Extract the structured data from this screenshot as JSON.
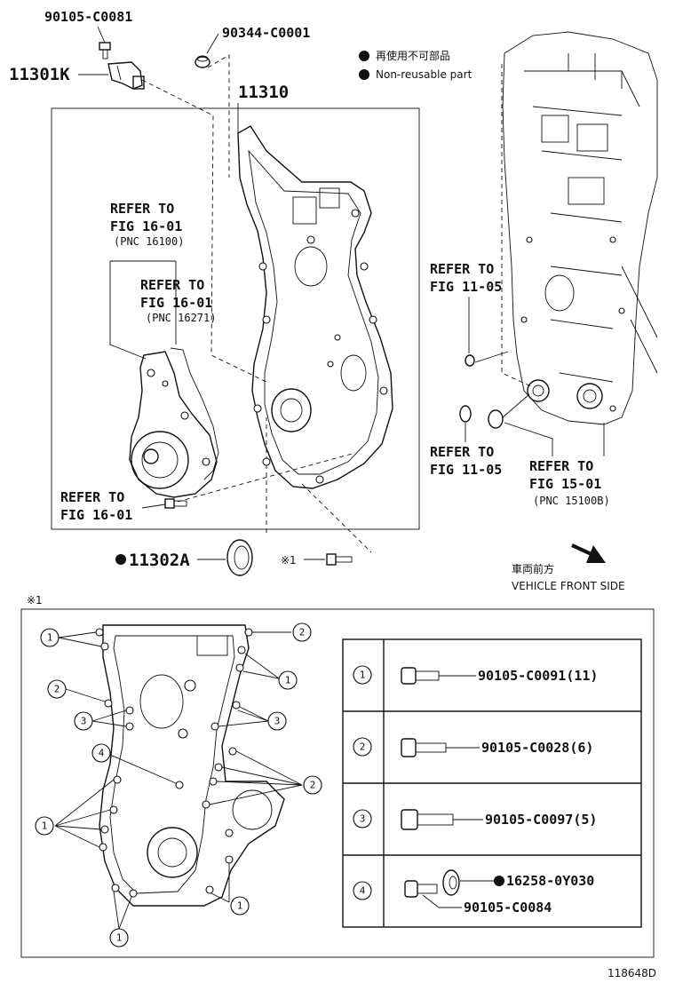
{
  "top_parts": {
    "bolt_top": "90105-C0081",
    "plug": "90344-C0001",
    "sensor": "11301K",
    "cover": "11310",
    "seal": "11302A"
  },
  "legend": {
    "jp": "再使用不可部品",
    "en": "Non-reusable part"
  },
  "refs": {
    "fig16_a": {
      "l1": "REFER TO",
      "l2": "FIG 16-01",
      "l3": "(PNC 16100)"
    },
    "fig16_b": {
      "l1": "REFER TO",
      "l2": "FIG 16-01",
      "l3": "(PNC 16271)"
    },
    "fig16_c": {
      "l1": "REFER TO",
      "l2": "FIG 16-01"
    },
    "fig11_a": {
      "l1": "REFER TO",
      "l2": "FIG 11-05"
    },
    "fig11_b": {
      "l1": "REFER TO",
      "l2": "FIG 11-05"
    },
    "fig15": {
      "l1": "REFER TO",
      "l2": "FIG 15-01",
      "l3": "(PNC 15100B)"
    }
  },
  "note_mark": "※1",
  "direction": {
    "jp": "車両前方",
    "en": "VEHICLE FRONT SIDE"
  },
  "detail_mark": "※1",
  "callout_numbers": [
    "1",
    "2",
    "3",
    "4"
  ],
  "bolt_table": [
    {
      "num": "1",
      "part": "90105-C0091(11)"
    },
    {
      "num": "2",
      "part": "90105-C0028(6)"
    },
    {
      "num": "3",
      "part": "90105-C0097(5)"
    },
    {
      "num": "4",
      "part": "16258-0Y030",
      "part2": "90105-C0084"
    }
  ],
  "figure_id": "118648D"
}
